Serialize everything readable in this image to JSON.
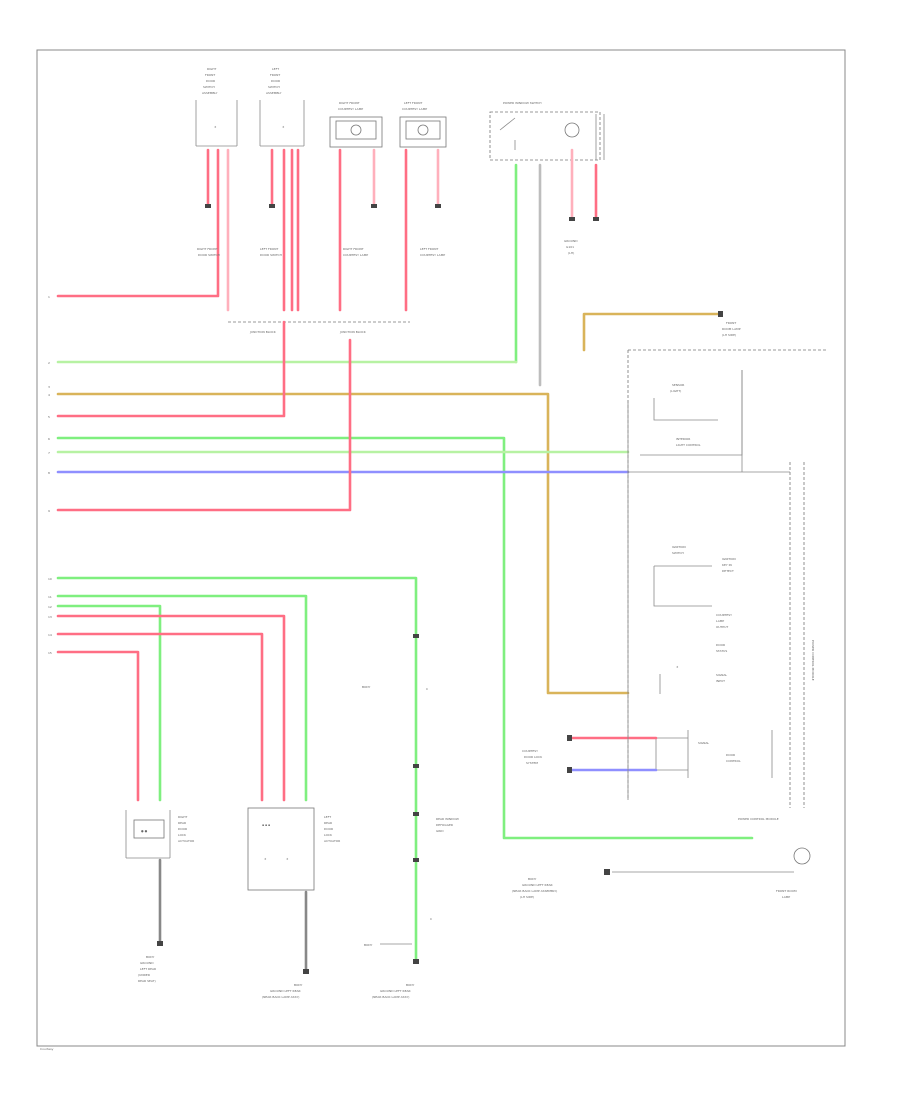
{
  "colors": {
    "red": "#ff6e84",
    "green": "#7fef7f",
    "lightgreen": "#b7f2a3",
    "tan": "#d9b45a",
    "blue": "#8f8fff",
    "gray": "#bdbdbd",
    "frame": "#888888"
  },
  "components": {
    "rf_door_switch": "RIGHT FRONT DOOR SWITCH",
    "lf_door_switch": "LEFT FRONT DOOR SWITCH",
    "rf_courtesy": "RIGHT FRONT COURTESY LAMP",
    "lf_courtesy": "LEFT FRONT COURTESY LAMP",
    "power_window_switch": "POWER WINDOW SWITCH",
    "power_control_module": "POWER CONTROL MODULE",
    "front_room_lamp": "FRONT ROOM LAMP",
    "rear_door_left": "LEFT REAR DOOR LOCK",
    "rear_door_right": "RIGHT REAR DOOR LOCK",
    "junction": "JUNCTION BLOCK"
  },
  "labels": {
    "page_ref": "Courtesy"
  }
}
